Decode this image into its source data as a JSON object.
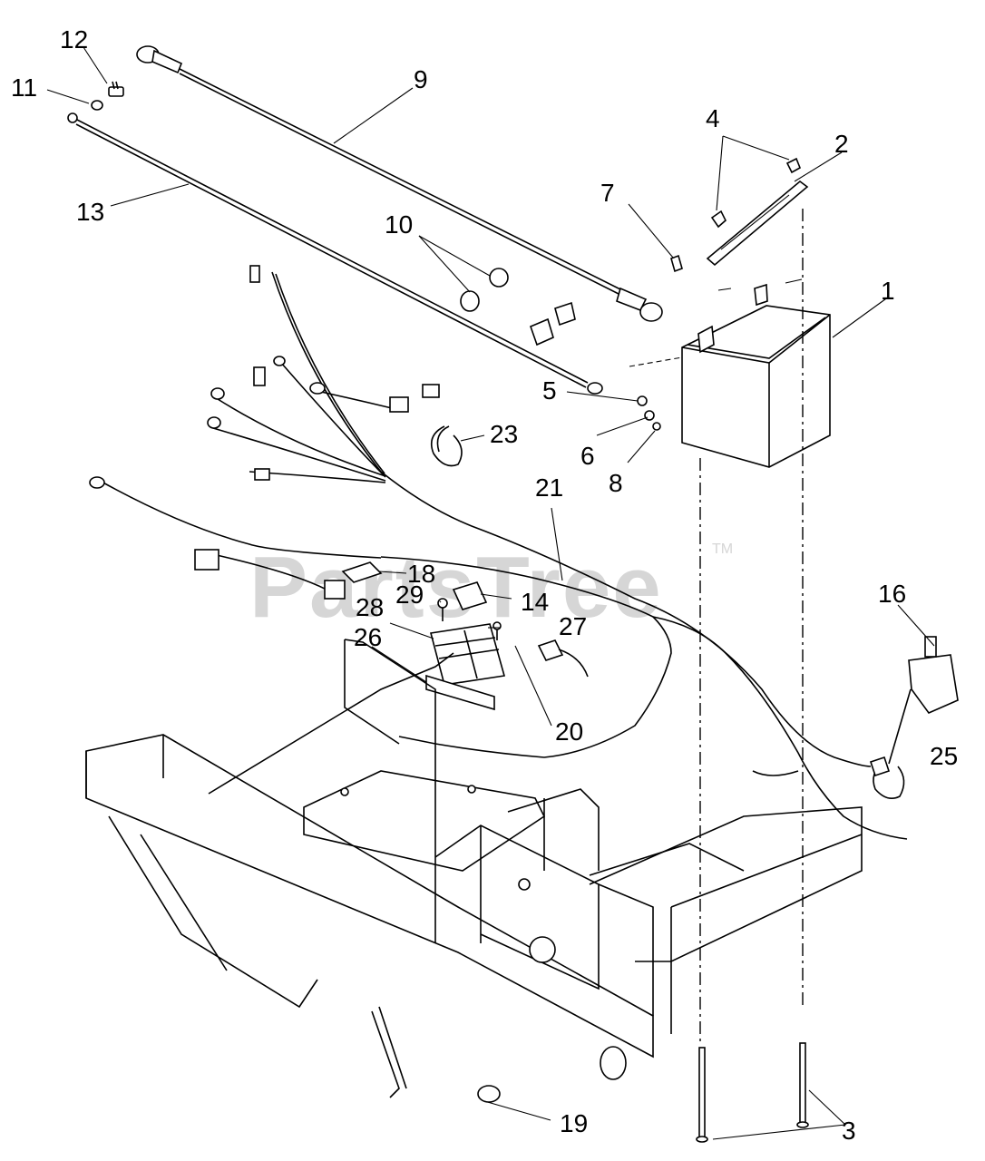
{
  "watermark": {
    "text": "PartsTree",
    "tm": "TM"
  },
  "callouts": [
    {
      "id": "1",
      "label": "1"
    },
    {
      "id": "2",
      "label": "2"
    },
    {
      "id": "3",
      "label": "3"
    },
    {
      "id": "4",
      "label": "4"
    },
    {
      "id": "5",
      "label": "5"
    },
    {
      "id": "6",
      "label": "6"
    },
    {
      "id": "7",
      "label": "7"
    },
    {
      "id": "8",
      "label": "8"
    },
    {
      "id": "9",
      "label": "9"
    },
    {
      "id": "10",
      "label": "10"
    },
    {
      "id": "11",
      "label": "11"
    },
    {
      "id": "12",
      "label": "12"
    },
    {
      "id": "13",
      "label": "13"
    },
    {
      "id": "14",
      "label": "14"
    },
    {
      "id": "16",
      "label": "16"
    },
    {
      "id": "18",
      "label": "18"
    },
    {
      "id": "19",
      "label": "19"
    },
    {
      "id": "20",
      "label": "20"
    },
    {
      "id": "21",
      "label": "21"
    },
    {
      "id": "23",
      "label": "23"
    },
    {
      "id": "25",
      "label": "25"
    },
    {
      "id": "26",
      "label": "26"
    },
    {
      "id": "27",
      "label": "27"
    },
    {
      "id": "28",
      "label": "28"
    },
    {
      "id": "29",
      "label": "29"
    }
  ]
}
